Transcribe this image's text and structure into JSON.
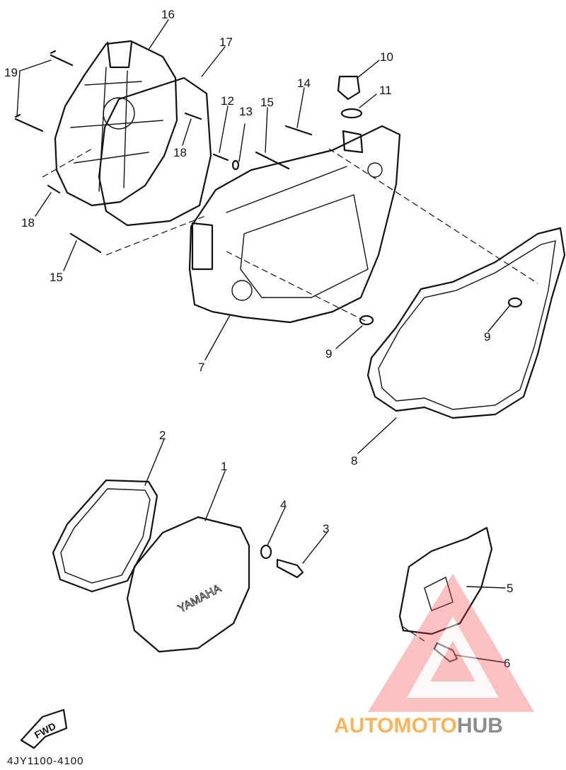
{
  "diagram": {
    "callouts": [
      "1",
      "2",
      "3",
      "4",
      "5",
      "6",
      "7",
      "8",
      "9",
      "9",
      "10",
      "11",
      "12",
      "13",
      "14",
      "15",
      "15",
      "16",
      "17",
      "18",
      "18",
      "19"
    ],
    "cover_text": "YAMAHA",
    "fwd_text": "FWD",
    "code": "4JY1100-4100"
  },
  "watermark": {
    "part_a": "AUTOMOTO",
    "part_b": "HUB",
    "color_a": "#f6b55a",
    "color_b": "#8c8c8c",
    "triangle_color": "#ee4444"
  }
}
